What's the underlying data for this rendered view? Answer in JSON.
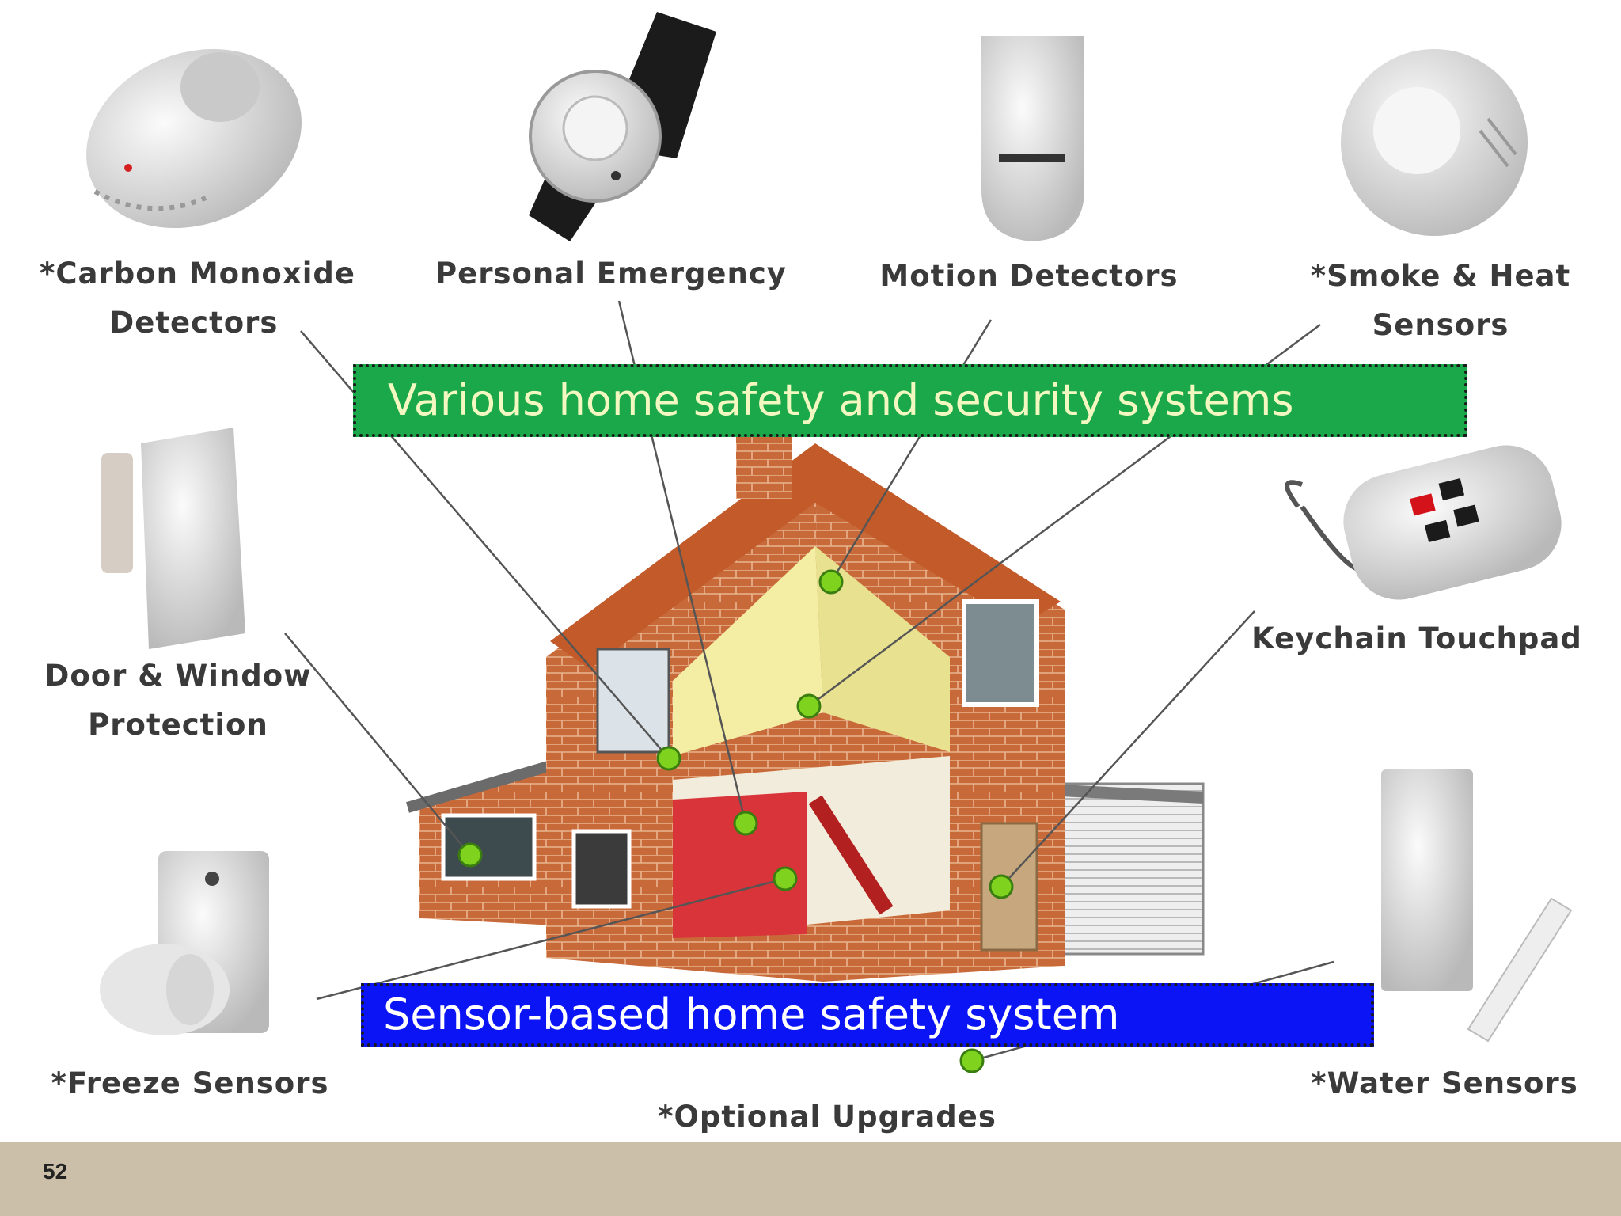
{
  "slide": {
    "banner_top": "Various home safety and security systems",
    "banner_bottom": "Sensor-based home safety system",
    "page_number": "52"
  },
  "labels": {
    "carbon_monoxide_1": "*Carbon Monoxide",
    "carbon_monoxide_2": "Detectors",
    "personal_emergency": "Personal Emergency",
    "motion_detectors": "Motion Detectors",
    "smoke_heat_1": "*Smoke & Heat",
    "smoke_heat_2": "Sensors",
    "door_window_1": "Door & Window",
    "door_window_2": "Protection",
    "keychain_touchpad": "Keychain Touchpad",
    "freeze_sensors": "*Freeze Sensors",
    "optional_upgrades": "*Optional Upgrades",
    "water_sensors": "*Water Sensors"
  },
  "colors": {
    "banner_top_bg": "#1aa84a",
    "banner_top_text": "#f2f8c0",
    "banner_bottom_bg": "#0a14f5",
    "banner_bottom_text": "#ffffff",
    "sensor_dot": "#7fd21e",
    "footer_bg": "#cbbfa9",
    "brick": "#c8693a"
  }
}
